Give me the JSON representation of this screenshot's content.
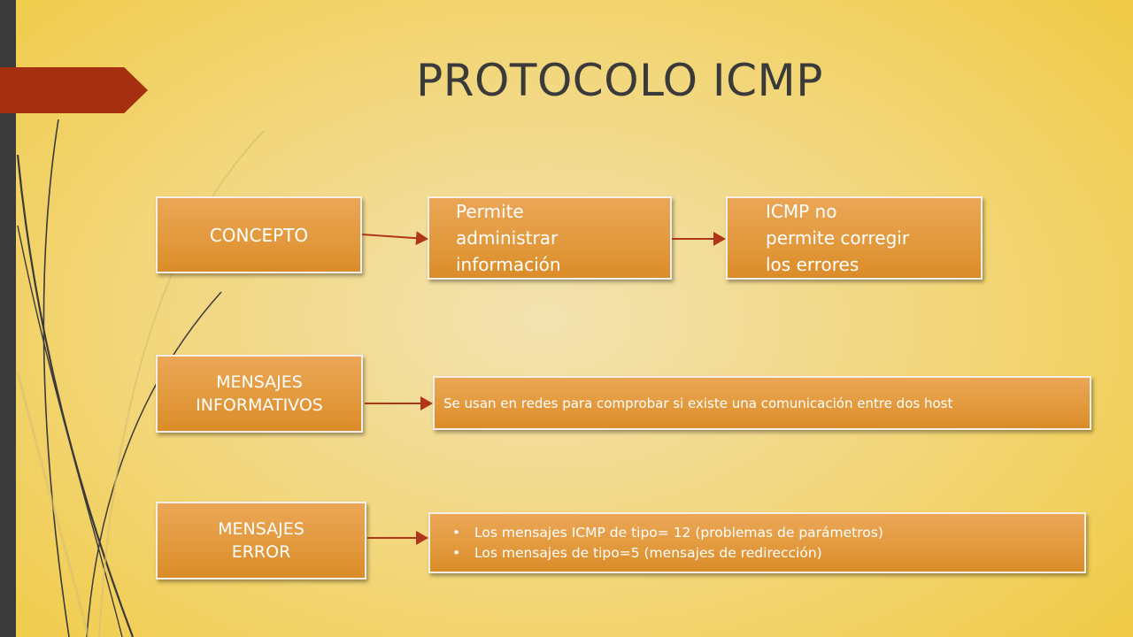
{
  "slide": {
    "title": "PROTOCOLO ICMP"
  },
  "nodes": {
    "concepto": "CONCEPTO",
    "permite": [
      "Permite",
      "administrar",
      "información"
    ],
    "icmp_no": [
      "ICMP no",
      "permite corregir",
      "los errores"
    ],
    "informativos": [
      "MENSAJES",
      "INFORMATIVOS"
    ],
    "comprobar": "Se usan en redes para comprobar si existe una comunicación entre dos host",
    "error": [
      "MENSAJES",
      "ERROR"
    ],
    "error_list": [
      "Los mensajes ICMP de tipo= 12 (problemas de parámetros)",
      "Los mensajes de tipo=5 (mensajes de redirección)"
    ]
  },
  "colors": {
    "box_fill": "#e39a3e",
    "arrow": "#b0361a",
    "tab": "#a5300f",
    "title": "#3a3a3a"
  }
}
